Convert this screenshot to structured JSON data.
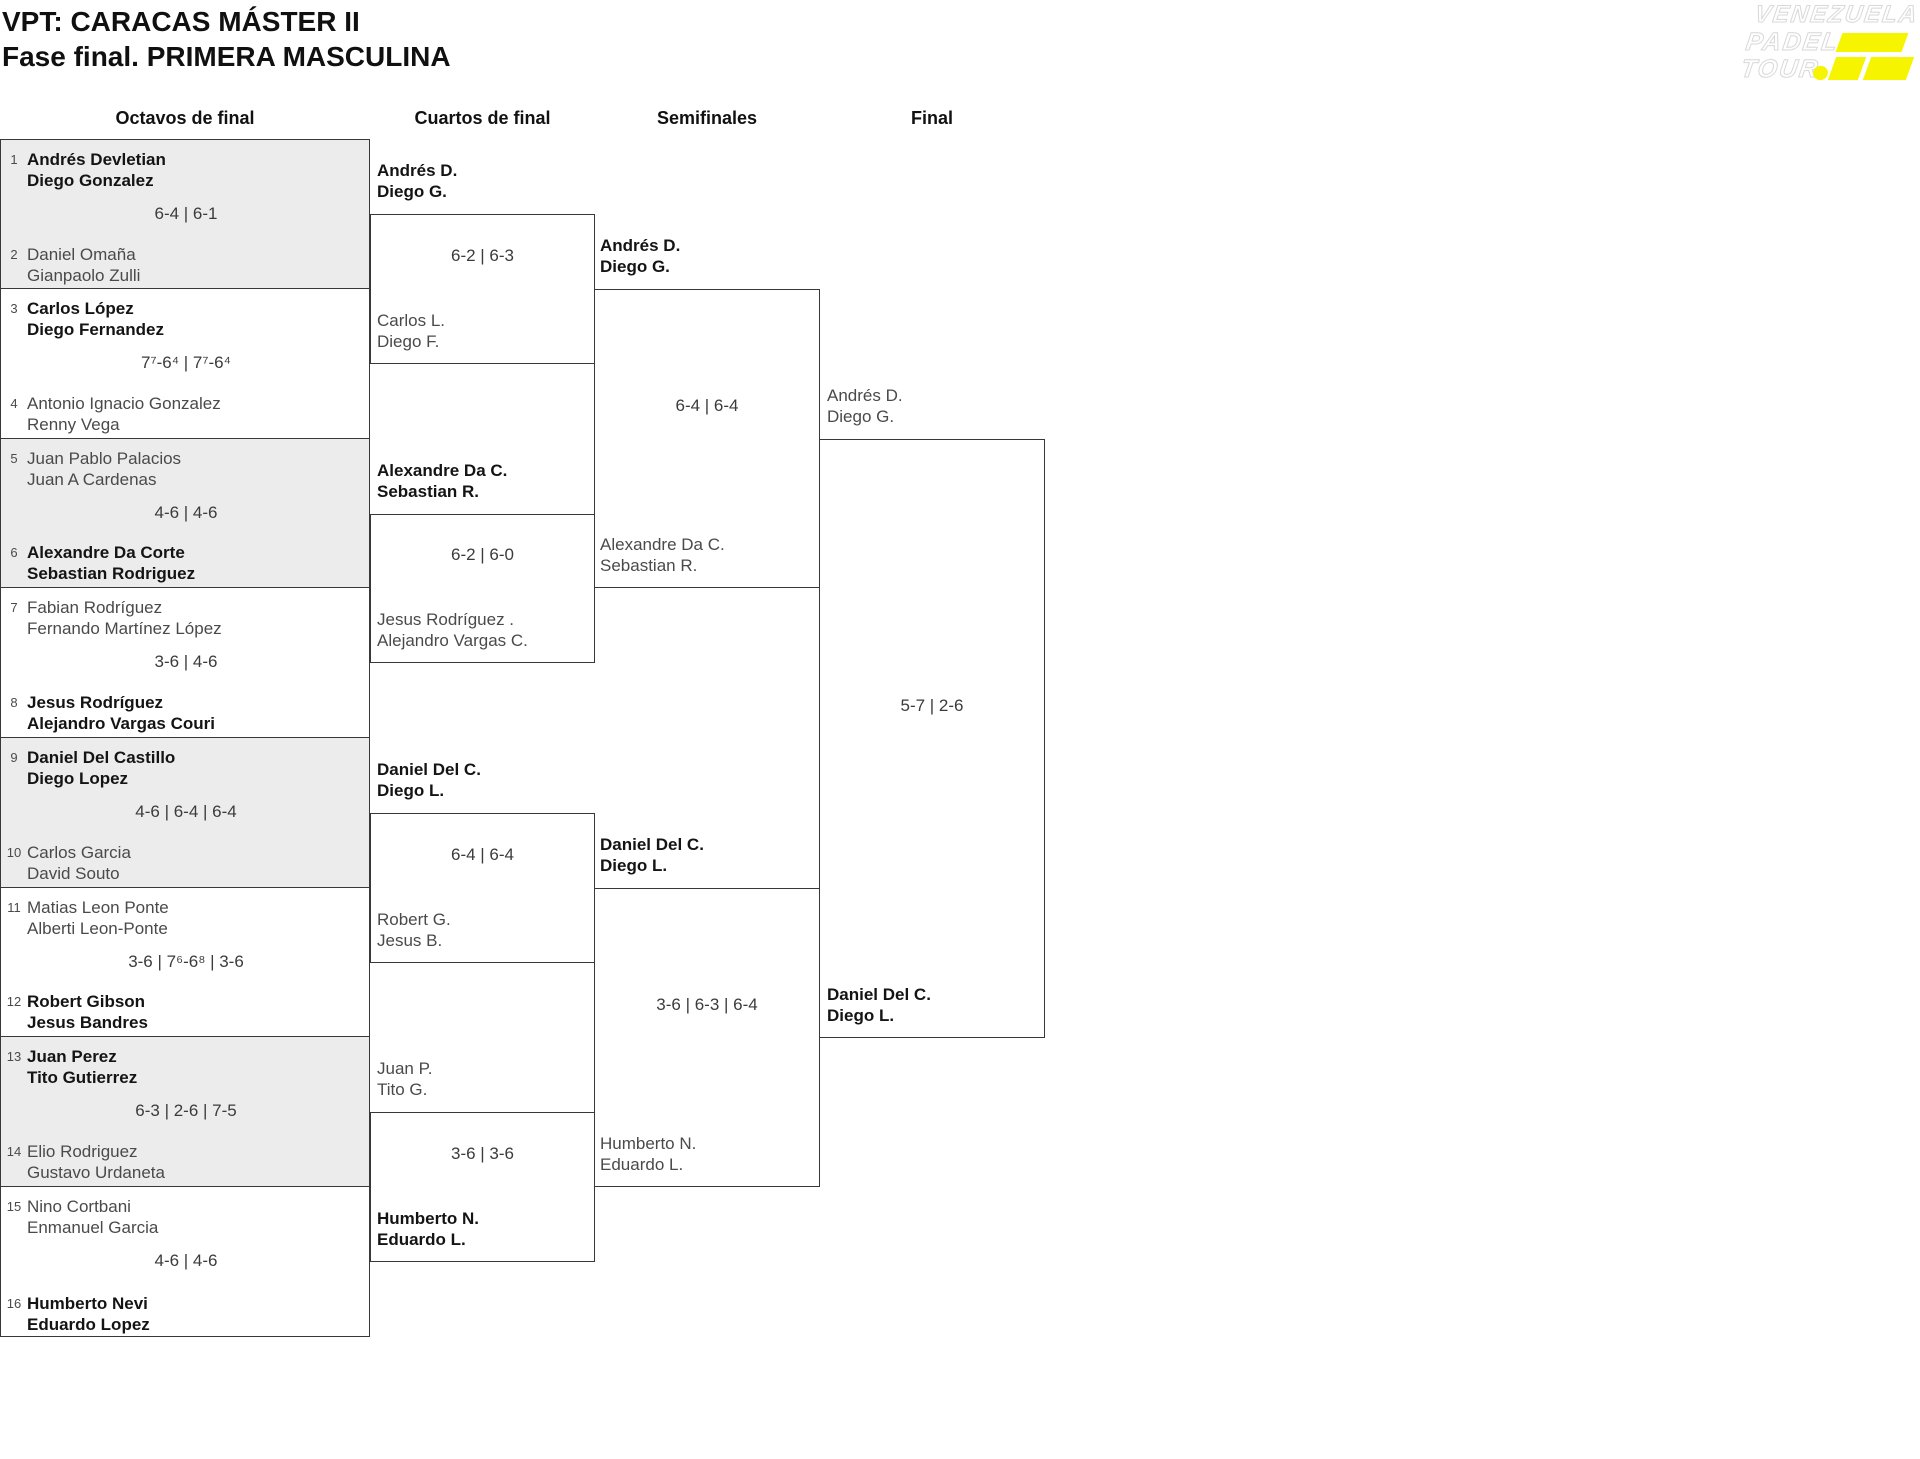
{
  "page": {
    "title_line1": "VPT: CARACAS MÁSTER II",
    "title_line2": "Fase final. PRIMERA MASCULINA"
  },
  "logo": {
    "word1": "VENEZUELA",
    "word2": "PADEL",
    "word3": "TOUR.",
    "accent_color": "#F7F400"
  },
  "colors": {
    "shaded_match_bg": "#ececec",
    "winner_text": "#141414",
    "loser_text": "#4a4a4a",
    "border": "#383838"
  },
  "headers": {
    "octavos": "Octavos de final",
    "cuartos": "Cuartos de final",
    "semifinales": "Semifinales",
    "final": "Final"
  },
  "octavos": {
    "matches": [
      {
        "seed_a": "1",
        "team_a_1": "Andrés Devletian",
        "team_a_2": "Diego Gonzalez",
        "score": "6-4 | 6-1",
        "seed_b": "2",
        "team_b_1": "Daniel Omaña",
        "team_b_2": "Gianpaolo Zulli"
      },
      {
        "seed_a": "3",
        "team_a_1": "Carlos López",
        "team_a_2": "Diego Fernandez",
        "score": "7⁷-6⁴ | 7⁷-6⁴",
        "seed_b": "4",
        "team_b_1": "Antonio Ignacio Gonzalez",
        "team_b_2": "Renny Vega"
      },
      {
        "seed_a": "5",
        "team_a_1": "Juan Pablo Palacios",
        "team_a_2": "Juan A Cardenas",
        "score": "4-6 | 4-6",
        "seed_b": "6",
        "team_b_1": "Alexandre Da Corte",
        "team_b_2": "Sebastian Rodriguez"
      },
      {
        "seed_a": "7",
        "team_a_1": "Fabian Rodríguez",
        "team_a_2": "Fernando Martínez López",
        "score": "3-6 | 4-6",
        "seed_b": "8",
        "team_b_1": "Jesus Rodríguez",
        "team_b_2": "Alejandro Vargas Couri"
      },
      {
        "seed_a": "9",
        "team_a_1": "Daniel Del Castillo",
        "team_a_2": "Diego Lopez",
        "score": "4-6 | 6-4 | 6-4",
        "seed_b": "10",
        "team_b_1": "Carlos Garcia",
        "team_b_2": "David Souto"
      },
      {
        "seed_a": "11",
        "team_a_1": "Matias Leon Ponte",
        "team_a_2": "Alberti Leon-Ponte",
        "score": "3-6 | 7⁶-6⁸ | 3-6",
        "seed_b": "12",
        "team_b_1": "Robert Gibson",
        "team_b_2": "Jesus Bandres"
      },
      {
        "seed_a": "13",
        "team_a_1": "Juan Perez",
        "team_a_2": "Tito Gutierrez",
        "score": "6-3 | 2-6 | 7-5",
        "seed_b": "14",
        "team_b_1": "Elio Rodriguez",
        "team_b_2": "Gustavo Urdaneta"
      },
      {
        "seed_a": "15",
        "team_a_1": "Nino Cortbani",
        "team_a_2": "Enmanuel Garcia",
        "score": "4-6 | 4-6",
        "seed_b": "16",
        "team_b_1": "Humberto Nevi",
        "team_b_2": "Eduardo Lopez"
      }
    ]
  },
  "cuartos": {
    "matches": [
      {
        "team_a_1": "Andrés D.",
        "team_a_2": "Diego G.",
        "score": "6-2 | 6-3",
        "team_b_1": "Carlos L.",
        "team_b_2": "Diego F."
      },
      {
        "team_a_1": "Alexandre Da C.",
        "team_a_2": "Sebastian R.",
        "score": "6-2 | 6-0",
        "team_b_1": "Jesus Rodríguez .",
        "team_b_2": "Alejandro Vargas C."
      },
      {
        "team_a_1": "Daniel Del C.",
        "team_a_2": "Diego L.",
        "score": "6-4 | 6-4",
        "team_b_1": "Robert G.",
        "team_b_2": "Jesus B."
      },
      {
        "team_a_1": "Juan P.",
        "team_a_2": "Tito G.",
        "score": "3-6 | 3-6",
        "team_b_1": "Humberto N.",
        "team_b_2": "Eduardo L."
      }
    ]
  },
  "semifinales": {
    "matches": [
      {
        "team_a_1": "Andrés D.",
        "team_a_2": "Diego G.",
        "score": "6-4 | 6-4",
        "team_b_1": "Alexandre Da C.",
        "team_b_2": "Sebastian R."
      },
      {
        "team_a_1": "Daniel Del C.",
        "team_a_2": "Diego L.",
        "score": "3-6 | 6-3 | 6-4",
        "team_b_1": "Humberto N.",
        "team_b_2": "Eduardo L."
      }
    ]
  },
  "final": {
    "team_a_1": "Andrés D.",
    "team_a_2": "Diego G.",
    "score": "5-7 | 2-6",
    "team_b_1": "Daniel Del C.",
    "team_b_2": "Diego L."
  }
}
